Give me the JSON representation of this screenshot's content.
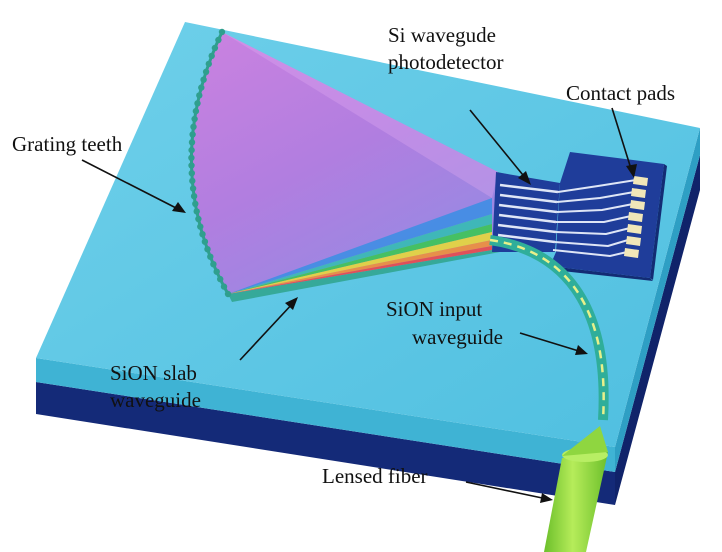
{
  "labels": {
    "grating_teeth": "Grating teeth",
    "si_photodetector_line1": "Si wavegude",
    "si_photodetector_line2": "photodetector",
    "contact_pads": "Contact pads",
    "sion_input_line1": "SiON input",
    "sion_input_line2": "waveguide",
    "sion_slab_line1": "SiON slab",
    "sion_slab_line2": "waveguide",
    "lensed_fiber": "Lensed fiber"
  },
  "colors": {
    "substrate_top": "#5cc7e4",
    "substrate_front": "#3fb3d4",
    "substrate_side": "#2e9fc4",
    "bottom_layer": "#142a78",
    "slab_edge": "#3fb7a5",
    "grating_tooth": "#2f9f8e",
    "pad_block": "#1f3d9a",
    "pad": "#f1e7b8",
    "fiber": "#9fe04a",
    "waveguide": "#2fae9a",
    "waveguide_core": "#e8f08a"
  },
  "fan_gradient": [
    "#c46ed8",
    "#a86ee0",
    "#6a7ee8",
    "#3a9ae0",
    "#2fc56a",
    "#b6d82e",
    "#f2c73a",
    "#f07a3a",
    "#e84a4a"
  ]
}
